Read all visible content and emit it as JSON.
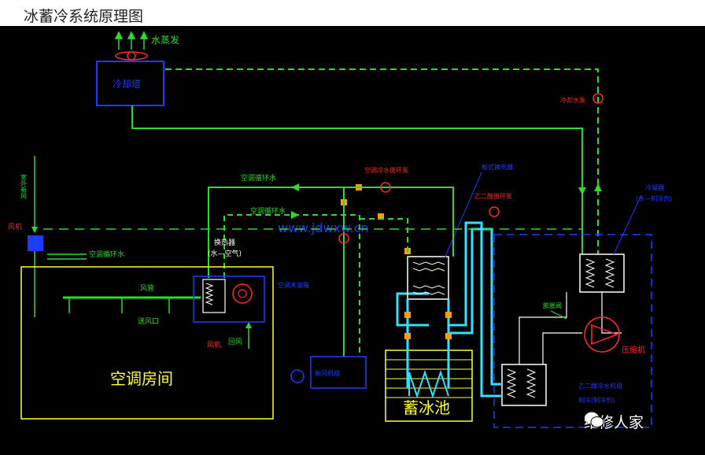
{
  "page_title": "冰蓄冷系统原理图",
  "labels": {
    "water_vapor": "水蒸发",
    "cooling_tower": "冷却塔",
    "cooling_pump": "冷却水泵",
    "outdoor_fresh_air": "室外新风",
    "fan_left": "风机",
    "ac_circulating_water_1": "空调循环水",
    "ac_circulating_water_2": "空调循环水",
    "ac_circulating_water_3": "空调循环水",
    "ac_water_circ_pump": "空调冷水循环泵",
    "heat_exchanger": "换热器",
    "water_air": "(水—空气)",
    "air_duct": "风管",
    "supply_outlet": "送风口",
    "room": "空调房间",
    "fan_bottom": "风机",
    "return_air": "回风",
    "ac_unit": "空调末端箱",
    "glycol_exchanger": "板式换热器",
    "glycol_pump": "乙二醇循环泵",
    "ice_tank": "蓄冰池",
    "condenser": "冷凝器",
    "condenser_sub": "(水—制冷剂)",
    "throttle_valve": "膨胀阀",
    "compressor": "压缩机",
    "refrigerant_label_1": "乙二醇冷水机组",
    "refrigerant_label_2": "制冷(制冷剂)",
    "watermark": "www.jdwxw.cn",
    "air_supply_fan": "新风机组",
    "brand": "维修人家"
  },
  "colors": {
    "background": "#000000",
    "green": "#2bdc2b",
    "blue": "#1e3cff",
    "cyan": "#33e0ff",
    "yellow": "#ffff33",
    "red": "#ff2a2a",
    "orange": "#ff9a1a",
    "white": "#ffffff"
  }
}
